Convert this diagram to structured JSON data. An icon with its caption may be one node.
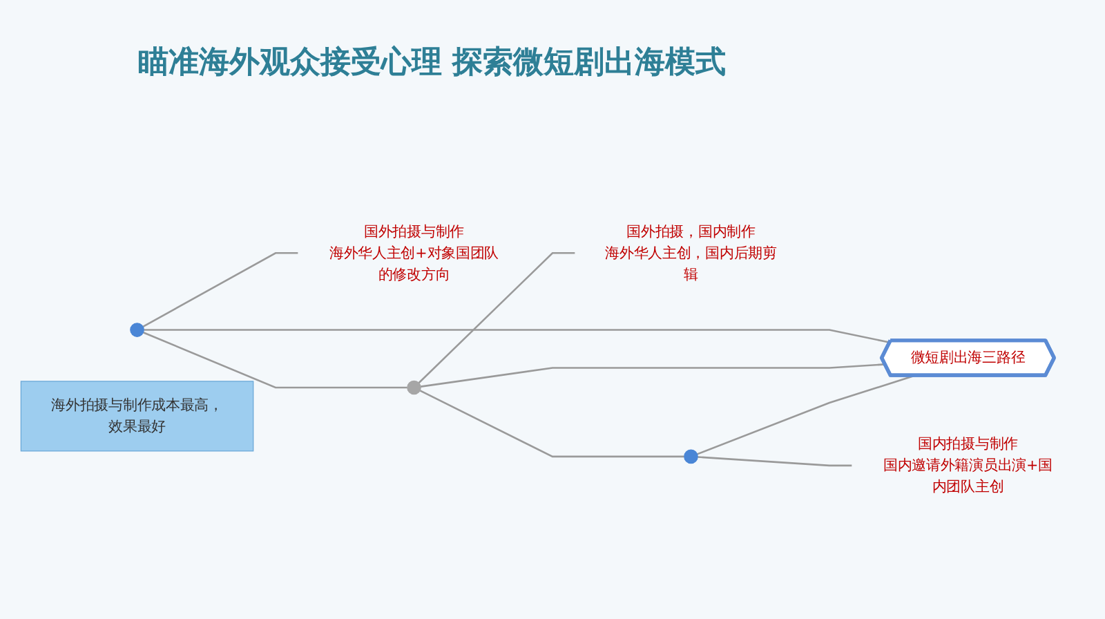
{
  "diagram": {
    "title": "瞄准海外观众接受心理  探索微短剧出海模式",
    "nodes": [
      {
        "text": [
          "海外拍摄与制作成本最高，效果最好"
        ]
      },
      {
        "text": [
          "国外拍摄与制作",
          "海外华人主创+对象国团队的修改方向"
        ]
      },
      {
        "text": [],
        "shape": "circle"
      },
      {
        "text": [
          "国外拍摄，国内制作",
          "海外华人主创，国内后期剪辑"
        ]
      },
      {
        "text": [],
        "shape": "circle"
      },
      {
        "text": [
          "国内拍摄与制作",
          "国内邀请外籍演员出演+国内团队主创"
        ]
      },
      {
        "text": [],
        "shape": "circle"
      },
      {
        "text": [
          "微短剧出海三路径"
        ]
      }
    ],
    "edges": [
      {
        "from": 2,
        "to": 1,
        "arrow": "none"
      },
      {
        "from": 2,
        "to": 7,
        "arrow": "none"
      },
      {
        "from": 2,
        "to": 4,
        "arrow": "none"
      },
      {
        "from": 4,
        "to": 3,
        "arrow": "none"
      },
      {
        "from": 4,
        "to": 7,
        "arrow": "none"
      },
      {
        "from": 4,
        "to": 6,
        "arrow": "none"
      },
      {
        "from": 6,
        "to": 5,
        "arrow": "none"
      },
      {
        "from": 6,
        "to": 7,
        "arrow": "none"
      }
    ]
  }
}
